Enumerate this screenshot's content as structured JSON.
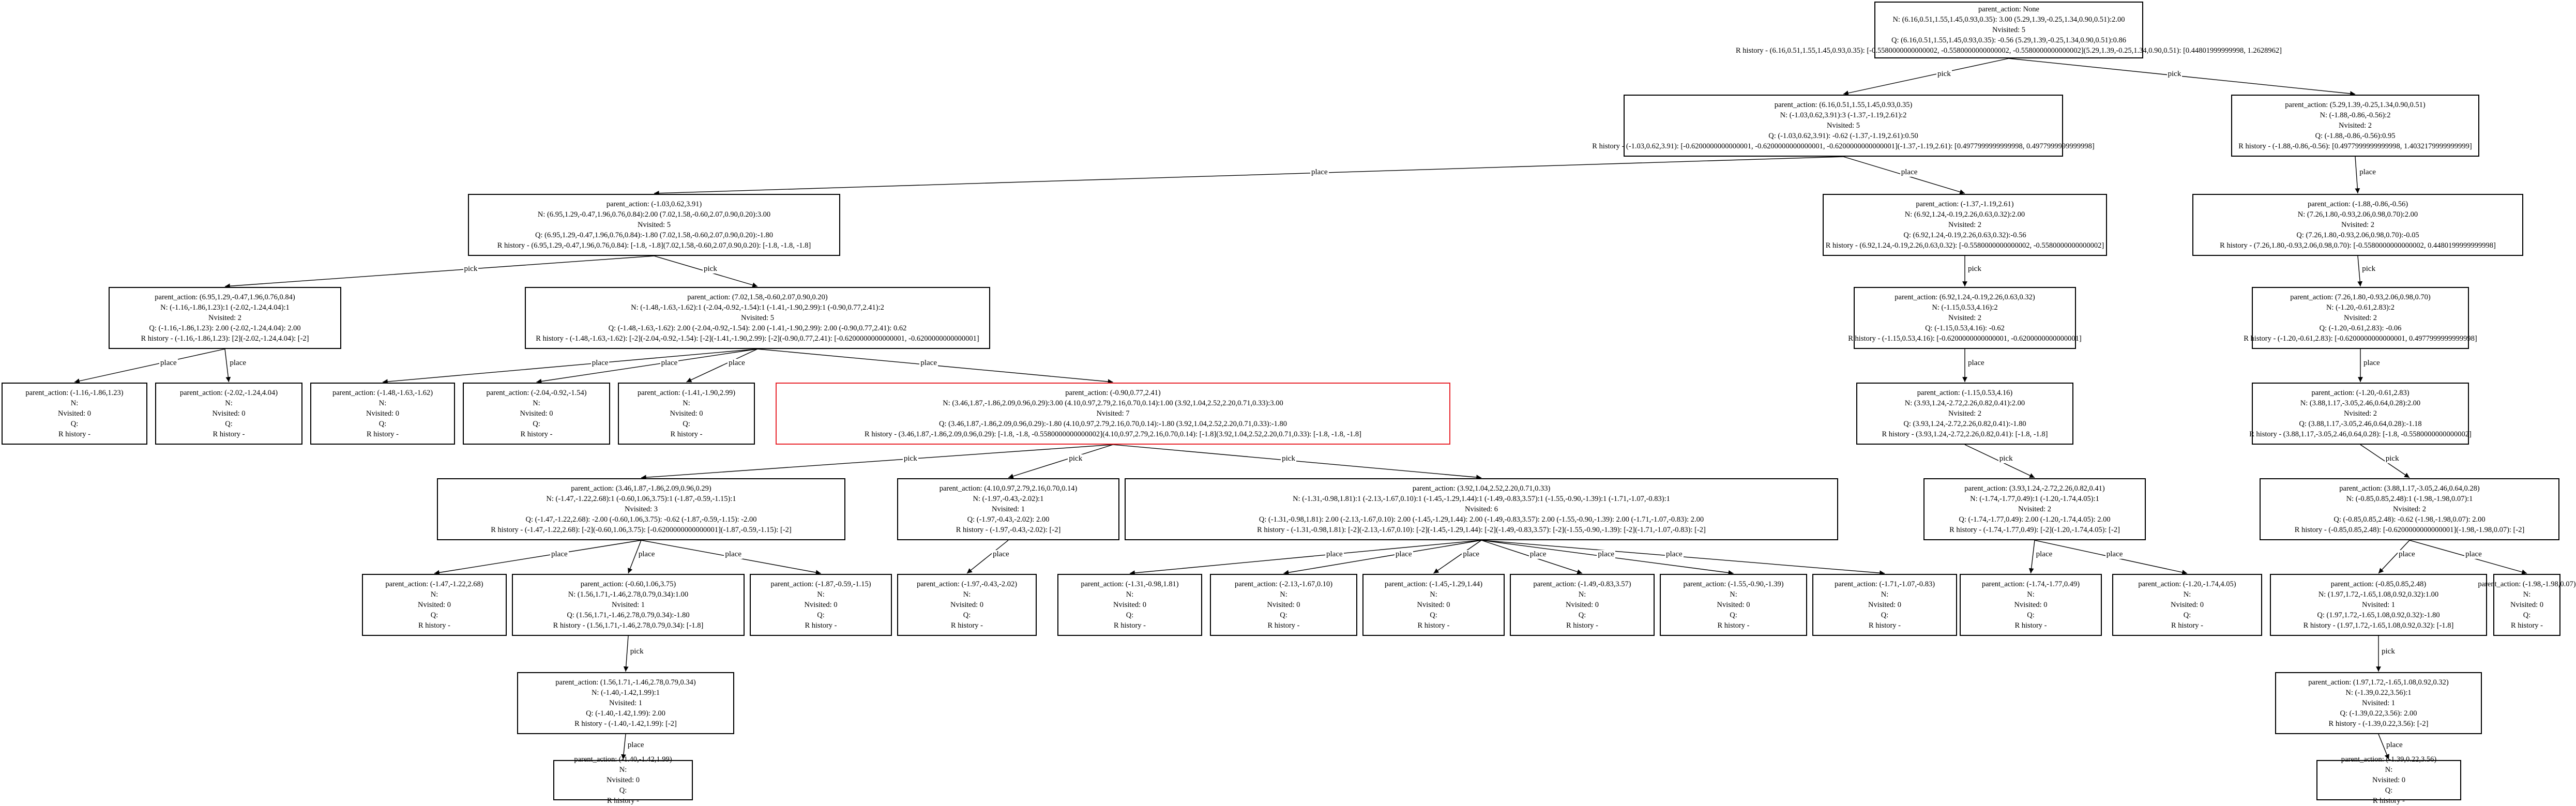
{
  "nodes": {
    "root": [
      "parent_action: None",
      "N: (6.16,0.51,1.55,1.45,0.93,0.35): 3.00 (5.29,1.39,-0.25,1.34,0.90,0.51):2.00",
      "Nvisited: 5",
      "Q: (6.16,0.51,1.55,1.45,0.93,0.35): -0.56 (5.29,1.39,-0.25,1.34,0.90,0.51):0.86",
      "R history - (6.16,0.51,1.55,1.45,0.93,0.35): [-0.5580000000000002, -0.5580000000000002, -0.5580000000000002](5.29,1.39,-0.25,1.34,0.90,0.51): [0.44801999999998, 1.2628962]"
    ],
    "a": [
      "parent_action: (6.16,0.51,1.55,1.45,0.93,0.35)",
      "N: (-1.03,0.62,3.91):3 (-1.37,-1.19,2.61):2",
      "Nvisited: 5",
      "Q: (-1.03,0.62,3.91): -0.62 (-1.37,-1.19,2.61):0.50",
      "R history - (-1.03,0.62,3.91): [-0.6200000000000001, -0.6200000000000001, -0.6200000000000001](-1.37,-1.19,2.61): [0.4977999999999998, 0.4977999999999998]"
    ],
    "b": [
      "parent_action: (5.29,1.39,-0.25,1.34,0.90,0.51)",
      "N: (-1.88,-0.86,-0.56):2",
      "Nvisited: 2",
      "Q: (-1.88,-0.86,-0.56):0.95",
      "R history - (-1.88,-0.86,-0.56): [0.4977999999999998, 1.4032179999999999]"
    ],
    "c": [
      "parent_action: (-1.03,0.62,3.91)",
      "N: (6.95,1.29,-0.47,1.96,0.76,0.84):2.00 (7.02,1.58,-0.60,2.07,0.90,0.20):3.00",
      "Nvisited: 5",
      "Q: (6.95,1.29,-0.47,1.96,0.76,0.84):-1.80 (7.02,1.58,-0.60,2.07,0.90,0.20):-1.80",
      "R history - (6.95,1.29,-0.47,1.96,0.76,0.84): [-1.8, -1.8](7.02,1.58,-0.60,2.07,0.90,0.20): [-1.8, -1.8, -1.8]"
    ],
    "d": [
      "parent_action: (-1.37,-1.19,2.61)",
      "N: (6.92,1.24,-0.19,2.26,0.63,0.32):2.00",
      "Nvisited: 2",
      "Q: (6.92,1.24,-0.19,2.26,0.63,0.32):-0.56",
      "R history - (6.92,1.24,-0.19,2.26,0.63,0.32): [-0.5580000000000002, -0.5580000000000002]"
    ],
    "e": [
      "parent_action: (-1.88,-0.86,-0.56)",
      "N: (7.26,1.80,-0.93,2.06,0.98,0.70):2.00",
      "Nvisited: 2",
      "Q: (7.26,1.80,-0.93,2.06,0.98,0.70):-0.05",
      "R history - (7.26,1.80,-0.93,2.06,0.98,0.70): [-0.5580000000000002, 0.4480199999999998]"
    ],
    "f": [
      "parent_action: (6.95,1.29,-0.47,1.96,0.76,0.84)",
      "N: (-1.16,-1.86,1.23):1 (-2.02,-1.24,4.04):1",
      "Nvisited: 2",
      "Q: (-1.16,-1.86,1.23): 2.00 (-2.02,-1.24,4.04): 2.00",
      "R history - (-1.16,-1.86,1.23): [2](-2.02,-1.24,4.04): [-2]"
    ],
    "g": [
      "parent_action: (7.02,1.58,-0.60,2.07,0.90,0.20)",
      "N: (-1.48,-1.63,-1.62):1 (-2.04,-0.92,-1.54):1 (-1.41,-1.90,2.99):1 (-0.90,0.77,2.41):2",
      "Nvisited: 5",
      "Q: (-1.48,-1.63,-1.62): 2.00 (-2.04,-0.92,-1.54): 2.00 (-1.41,-1.90,2.99): 2.00 (-0.90,0.77,2.41): 0.62",
      "R history - (-1.48,-1.63,-1.62): [-2](-2.04,-0.92,-1.54): [-2](-1.41,-1.90,2.99): [-2](-0.90,0.77,2.41): [-0.6200000000000001, -0.6200000000000001]"
    ],
    "h": [
      "parent_action: (6.92,1.24,-0.19,2.26,0.63,0.32)",
      "N: (-1.15,0.53,4.16):2",
      "Nvisited: 2",
      "Q: (-1.15,0.53,4.16): -0.62",
      "R history - (-1.15,0.53,4.16): [-0.6200000000000001, -0.6200000000000001]"
    ],
    "i": [
      "parent_action: (7.26,1.80,-0.93,2.06,0.98,0.70)",
      "N: (-1.20,-0.61,2.83):2",
      "Nvisited: 2",
      "Q: (-1.20,-0.61,2.83): -0.06",
      "R history - (-1.20,-0.61,2.83): [-0.6200000000000001, 0.4977999999999998]"
    ],
    "j": [
      "parent_action: (-1.16,-1.86,1.23)",
      "N:",
      "Nvisited: 0",
      "Q:",
      "R history -"
    ],
    "k": [
      "parent_action: (-2.02,-1.24,4.04)",
      "N:",
      "Nvisited: 0",
      "Q:",
      "R history -"
    ],
    "l": [
      "parent_action: (-1.48,-1.63,-1.62)",
      "N:",
      "Nvisited: 0",
      "Q:",
      "R history -"
    ],
    "m": [
      "parent_action: (-2.04,-0.92,-1.54)",
      "N:",
      "Nvisited: 0",
      "Q:",
      "R history -"
    ],
    "n": [
      "parent_action: (-1.41,-1.90,2.99)",
      "N:",
      "Nvisited: 0",
      "Q:",
      "R history -"
    ],
    "o": [
      "parent_action: (-0.90,0.77,2.41)",
      "N: (3.46,1.87,-1.86,2.09,0.96,0.29):3.00 (4.10,0.97,2.79,2.16,0.70,0.14):1.00 (3.92,1.04,2.52,2.20,0.71,0.33):3.00",
      "Nvisited: 7",
      "Q: (3.46,1.87,-1.86,2.09,0.96,0.29):-1.80 (4.10,0.97,2.79,2.16,0.70,0.14):-1.80 (3.92,1.04,2.52,2.20,0.71,0.33):-1.80",
      "R history - (3.46,1.87,-1.86,2.09,0.96,0.29): [-1.8, -1.8, -0.5580000000000002](4.10,0.97,2.79,2.16,0.70,0.14): [-1.8](3.92,1.04,2.52,2.20,0.71,0.33): [-1.8, -1.8, -1.8]"
    ],
    "p": [
      "parent_action: (-1.15,0.53,4.16)",
      "N: (3.93,1.24,-2.72,2.26,0.82,0.41):2.00",
      "Nvisited: 2",
      "Q: (3.93,1.24,-2.72,2.26,0.82,0.41):-1.80",
      "R history - (3.93,1.24,-2.72,2.26,0.82,0.41): [-1.8, -1.8]"
    ],
    "q": [
      "parent_action: (-1.20,-0.61,2.83)",
      "N: (3.88,1.17,-3.05,2.46,0.64,0.28):2.00",
      "Nvisited: 2",
      "Q: (3.88,1.17,-3.05,2.46,0.64,0.28):-1.18",
      "R history - (3.88,1.17,-3.05,2.46,0.64,0.28): [-1.8, -0.5580000000000002]"
    ],
    "r": [
      "parent_action: (3.46,1.87,-1.86,2.09,0.96,0.29)",
      "N: (-1.47,-1.22,2.68):1 (-0.60,1.06,3.75):1 (-1.87,-0.59,-1.15):1",
      "Nvisited: 3",
      "Q: (-1.47,-1.22,2.68): -2.00 (-0.60,1.06,3.75): -0.62 (-1.87,-0.59,-1.15): -2.00",
      "R history - (-1.47,-1.22,2.68): [-2](-0.60,1.06,3.75): [-0.6200000000000001](-1.87,-0.59,-1.15): [-2]"
    ],
    "s": [
      "parent_action: (4.10,0.97,2.79,2.16,0.70,0.14)",
      "N: (-1.97,-0.43,-2.02):1",
      "Nvisited: 1",
      "Q: (-1.97,-0.43,-2.02): 2.00",
      "R history - (-1.97,-0.43,-2.02): [-2]"
    ],
    "t": [
      "parent_action: (3.92,1.04,2.52,2.20,0.71,0.33)",
      "N: (-1.31,-0.98,1.81):1 (-2.13,-1.67,0.10):1 (-1.45,-1.29,1.44):1 (-1.49,-0.83,3.57):1 (-1.55,-0.90,-1.39):1 (-1.71,-1.07,-0.83):1",
      "Nvisited: 6",
      "Q: (-1.31,-0.98,1.81): 2.00 (-2.13,-1.67,0.10): 2.00 (-1.45,-1.29,1.44): 2.00 (-1.49,-0.83,3.57): 2.00 (-1.55,-0.90,-1.39): 2.00 (-1.71,-1.07,-0.83): 2.00",
      "R history - (-1.31,-0.98,1.81): [-2](-2.13,-1.67,0.10): [-2](-1.45,-1.29,1.44): [-2](-1.49,-0.83,3.57): [-2](-1.55,-0.90,-1.39): [-2](-1.71,-1.07,-0.83): [-2]"
    ],
    "u": [
      "parent_action: (3.93,1.24,-2.72,2.26,0.82,0.41)",
      "N: (-1.74,-1.77,0.49):1 (-1.20,-1.74,4.05):1",
      "Nvisited: 2",
      "Q: (-1.74,-1.77,0.49): 2.00 (-1.20,-1.74,4.05): 2.00",
      "R history - (-1.74,-1.77,0.49): [-2](-1.20,-1.74,4.05): [-2]"
    ],
    "v": [
      "parent_action: (3.88,1.17,-3.05,2.46,0.64,0.28)",
      "N: (-0.85,0.85,2.48):1 (-1.98,-1.98,0.07):1",
      "Nvisited: 2",
      "Q: (-0.85,0.85,2.48): -0.62 (-1.98,-1.98,0.07): 2.00",
      "R history - (-0.85,0.85,2.48): [-0.6200000000000001](-1.98,-1.98,0.07): [-2]"
    ],
    "w": [
      "parent_action: (-1.47,-1.22,2.68)",
      "N:",
      "Nvisited: 0",
      "Q:",
      "R history -"
    ],
    "x": [
      "parent_action: (-0.60,1.06,3.75)",
      "N: (1.56,1.71,-1.46,2.78,0.79,0.34):1.00",
      "Nvisited: 1",
      "Q: (1.56,1.71,-1.46,2.78,0.79,0.34):-1.80",
      "R history - (1.56,1.71,-1.46,2.78,0.79,0.34): [-1.8]"
    ],
    "y": [
      "parent_action: (-1.87,-0.59,-1.15)",
      "N:",
      "Nvisited: 0",
      "Q:",
      "R history -"
    ],
    "z": [
      "parent_action: (-1.97,-0.43,-2.02)",
      "N:",
      "Nvisited: 0",
      "Q:",
      "R history -"
    ],
    "t1": [
      "parent_action: (-1.31,-0.98,1.81)",
      "N:",
      "Nvisited: 0",
      "Q:",
      "R history -"
    ],
    "t2": [
      "parent_action: (-2.13,-1.67,0.10)",
      "N:",
      "Nvisited: 0",
      "Q:",
      "R history -"
    ],
    "t3": [
      "parent_action: (-1.45,-1.29,1.44)",
      "N:",
      "Nvisited: 0",
      "Q:",
      "R history -"
    ],
    "t4": [
      "parent_action: (-1.49,-0.83,3.57)",
      "N:",
      "Nvisited: 0",
      "Q:",
      "R history -"
    ],
    "t5": [
      "parent_action: (-1.55,-0.90,-1.39)",
      "N:",
      "Nvisited: 0",
      "Q:",
      "R history -"
    ],
    "t6": [
      "parent_action: (-1.71,-1.07,-0.83)",
      "N:",
      "Nvisited: 0",
      "Q:",
      "R history -"
    ],
    "u1": [
      "parent_action: (-1.74,-1.77,0.49)",
      "N:",
      "Nvisited: 0",
      "Q:",
      "R history -"
    ],
    "u2": [
      "parent_action: (-1.20,-1.74,4.05)",
      "N:",
      "Nvisited: 0",
      "Q:",
      "R history -"
    ],
    "v1": [
      "parent_action: (-0.85,0.85,2.48)",
      "N: (1.97,1.72,-1.65,1.08,0.92,0.32):1.00",
      "Nvisited: 1",
      "Q: (1.97,1.72,-1.65,1.08,0.92,0.32):-1.80",
      "R history - (1.97,1.72,-1.65,1.08,0.92,0.32): [-1.8]"
    ],
    "v2": [
      "parent_action: (-1.98,-1.98,0.07)",
      "N:",
      "Nvisited: 0",
      "Q:",
      "R history -"
    ],
    "x1": [
      "parent_action: (1.56,1.71,-1.46,2.78,0.79,0.34)",
      "N: (-1.40,-1.42,1.99):1",
      "Nvisited: 1",
      "Q: (-1.40,-1.42,1.99): 2.00",
      "R history - (-1.40,-1.42,1.99): [-2]"
    ],
    "v1a": [
      "parent_action: (1.97,1.72,-1.65,1.08,0.92,0.32)",
      "N: (-1.39,0.22,3.56):1",
      "Nvisited: 1",
      "Q: (-1.39,0.22,3.56): 2.00",
      "R history - (-1.39,0.22,3.56): [-2]"
    ],
    "x2": [
      "parent_action: (-1.40,-1.42,1.99)",
      "N:",
      "Nvisited: 0",
      "Q:",
      "R history -"
    ],
    "v1b": [
      "parent_action: (-1.39,0.22,3.56)",
      "N:",
      "Nvisited: 0",
      "Q:",
      "R history -"
    ]
  },
  "edge_labels": {
    "pick": "pick",
    "place": "place"
  },
  "colors": {
    "border": "#000000",
    "highlight": "#e8232a",
    "background": "#ffffff"
  }
}
